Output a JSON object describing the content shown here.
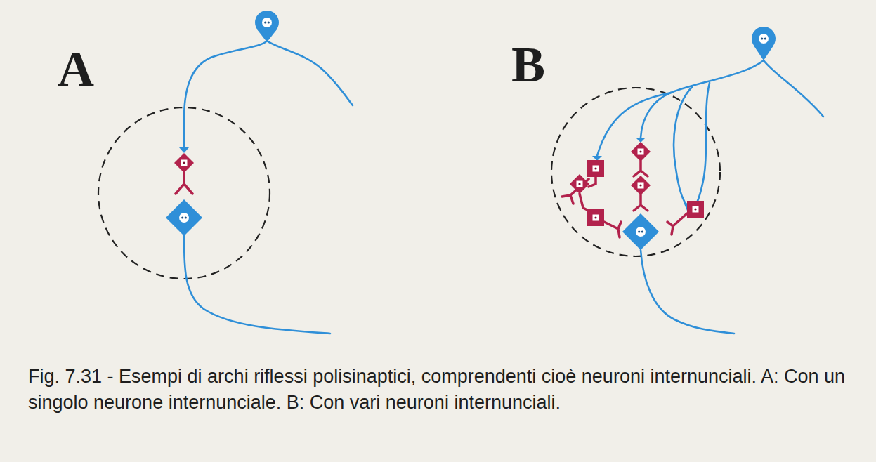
{
  "diagram": {
    "caption": "Fig. 7.31 - Esempi di archi riflessi polisinaptici, comprendenti cioè neuroni internunciali. A: Con un singolo neurone internunciale. B: Con vari neuroni internunciali.",
    "labels": [
      "A",
      "B"
    ]
  }
}
